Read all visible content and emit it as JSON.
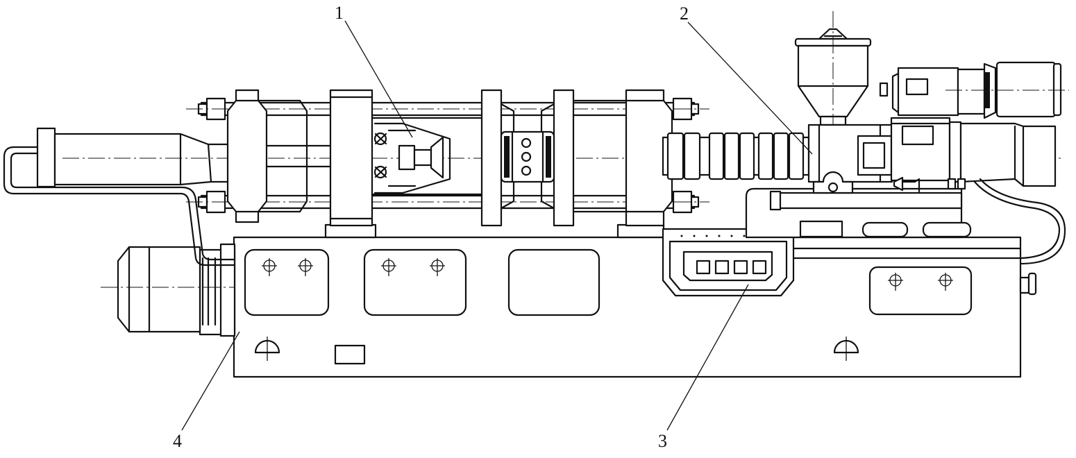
{
  "diagram": {
    "labels": [
      {
        "id": "callout-1",
        "text": "1"
      },
      {
        "id": "callout-2",
        "text": "2"
      },
      {
        "id": "callout-3",
        "text": "3"
      },
      {
        "id": "callout-4",
        "text": "4"
      }
    ]
  },
  "colors": {
    "stroke": "#111111",
    "background": "#ffffff"
  }
}
